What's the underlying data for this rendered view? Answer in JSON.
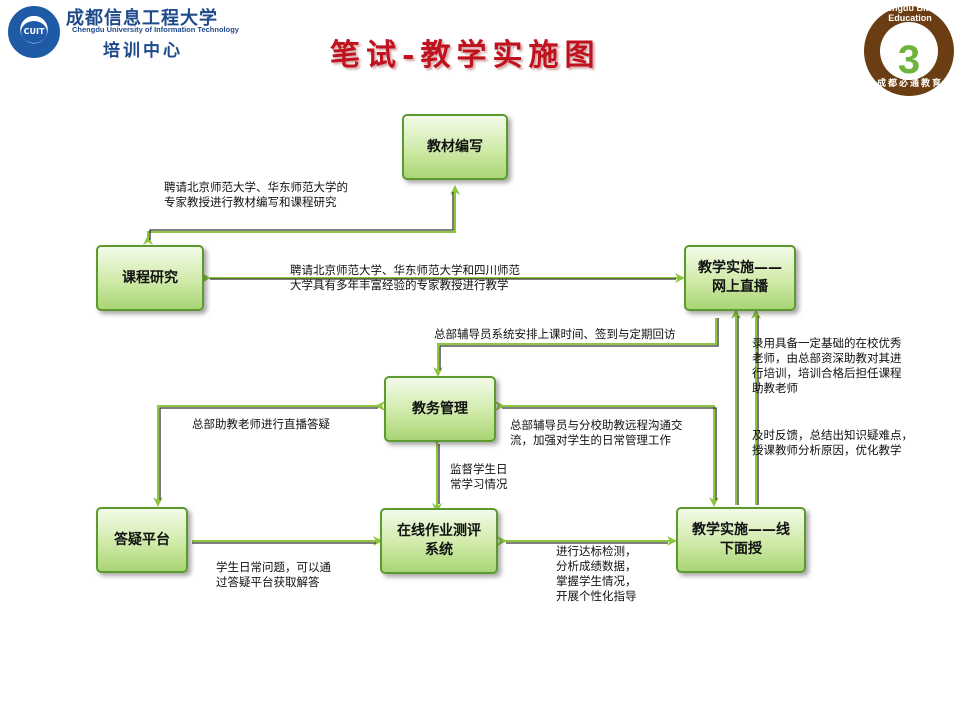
{
  "header": {
    "org_name_cn": "成都信息工程大学",
    "org_name_en": "Chengdu University of Information Technology",
    "org_dept": "培训中心",
    "seal_text": "CUIT",
    "title": "笔试-教学实施图",
    "brand_text_top": "Chengdu Bitong Education",
    "brand_text_bottom": "成都必通教育",
    "brand_mark": "3"
  },
  "colors": {
    "title": "#c0121e",
    "node_border": "#5c9a2e",
    "node_fill": "#cfeaa8",
    "arrow": "#8cc63f",
    "line": "#333333",
    "org": "#1f4a8c"
  },
  "nodes": {
    "textbook": "教材编写",
    "course_research": "课程研究",
    "online_teaching": "教学实施——\n网上直播",
    "academic_affairs": "教务管理",
    "qa_platform": "答疑平台",
    "homework_system": "在线作业测评\n系统",
    "offline_teaching": "教学实施——线\n下面授"
  },
  "labels": {
    "hire_experts_textbook": "聘请北京师范大学、华东师范大学的\n专家教授进行教材编写和课程研究",
    "hire_experts_teaching": "聘请北京师范大学、华东师范大学和四川师范\n大学具有多年丰富经验的专家教授进行教学",
    "schedule_visits": "总部辅导员系统安排上课时间、签到与定期回访",
    "recruit_tutors": "录用具备一定基础的在校优秀\n老师，由总部资深助教对其进\n行培训，培训合格后担任课程\n助教老师",
    "timely_feedback": "及时反馈，总结出知识疑难点，\n授课教师分析原因，优化教学",
    "live_qa": "总部助教老师进行直播答疑",
    "remote_communication": "总部辅导员与分校助教远程沟通交\n流，加强对学生的日常管理工作",
    "supervise_study": "监督学生日\n常学习情况",
    "daily_questions": "学生日常问题，可以通\n过答疑平台获取解答",
    "assessment": "进行达标检测，\n分析成绩数据，\n掌握学生情况，\n开展个性化指导"
  }
}
